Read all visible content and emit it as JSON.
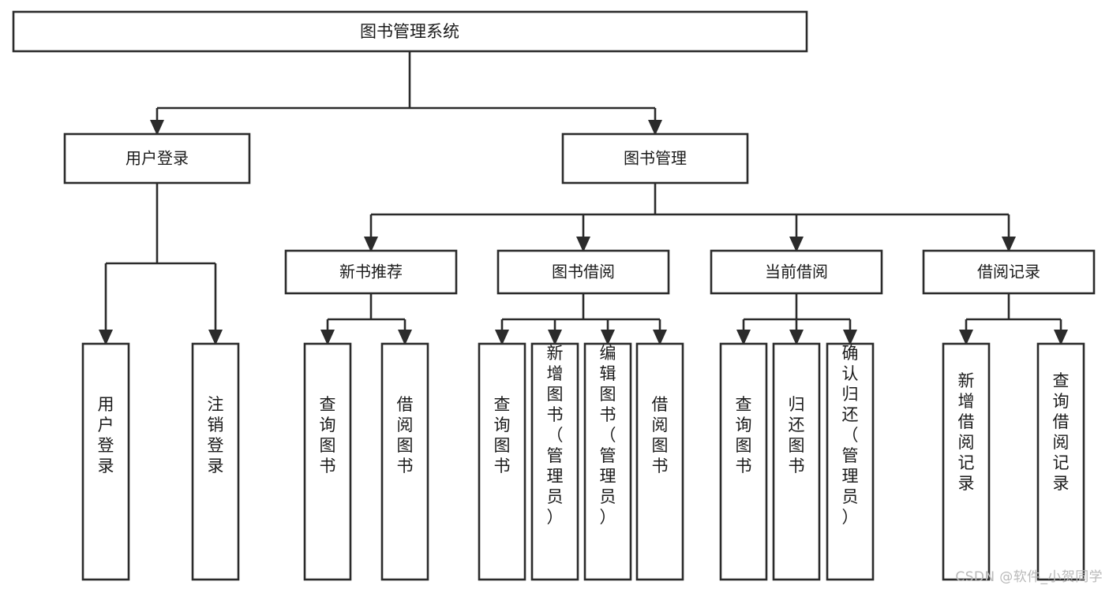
{
  "diagram": {
    "type": "tree-hierarchy-diagram",
    "title": "图书管理系统",
    "watermark": "CSDN @软件_小贺同学",
    "colors": {
      "background": "#ffffff",
      "box_fill": "#ffffff",
      "box_stroke": "#2b2b2b",
      "text": "#1a1a1a",
      "watermark": "#b9b9b9"
    },
    "root": {
      "label": "图书管理系统"
    },
    "level2": [
      {
        "label": "用户登录"
      },
      {
        "label": "图书管理"
      }
    ],
    "level3": [
      {
        "label": "新书推荐"
      },
      {
        "label": "图书借阅"
      },
      {
        "label": "当前借阅"
      },
      {
        "label": "借阅记录"
      }
    ],
    "leaves": {
      "user_login": [
        {
          "label": "用户登录"
        },
        {
          "label": "注销登录"
        }
      ],
      "new_book_recommend": [
        {
          "label": "查询图书"
        },
        {
          "label": "借阅图书"
        }
      ],
      "book_borrow": [
        {
          "label": "查询图书"
        },
        {
          "label": "新增图书（管理员）"
        },
        {
          "label": "编辑图书（管理员）"
        },
        {
          "label": "借阅图书"
        }
      ],
      "current_borrow": [
        {
          "label": "查询图书"
        },
        {
          "label": "归还图书"
        },
        {
          "label": "确认归还（管理员）"
        }
      ],
      "borrow_record": [
        {
          "label": "新增借阅记录"
        },
        {
          "label": "查询借阅记录"
        }
      ]
    }
  }
}
